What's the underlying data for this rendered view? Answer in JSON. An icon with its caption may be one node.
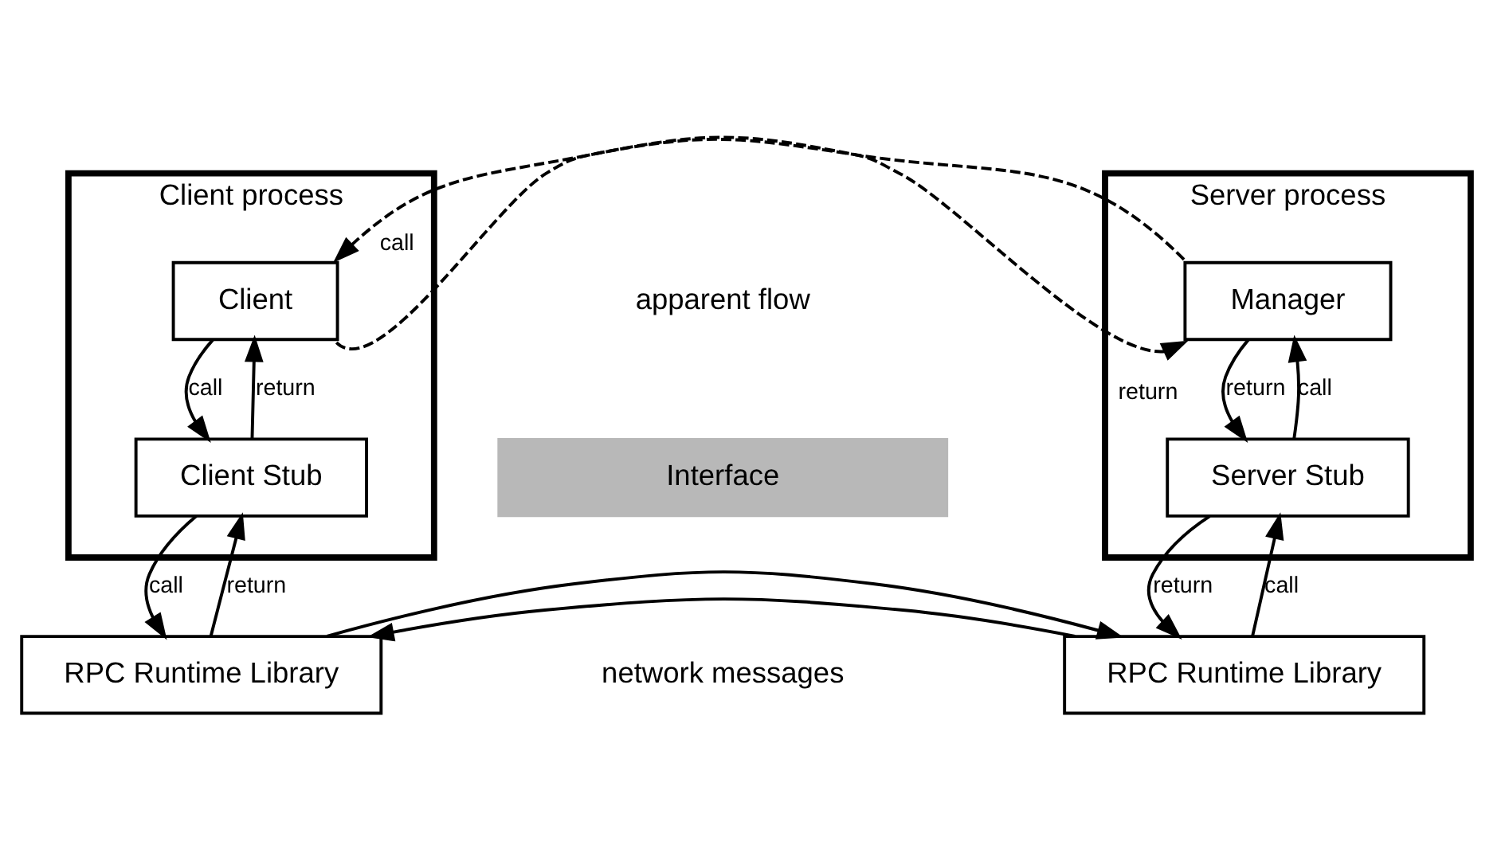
{
  "diagram": {
    "nodes": [
      {
        "text": [
          "Client process"
        ]
      },
      {
        "text": [
          "Client"
        ],
        "in": 0
      },
      {
        "text": [
          "Client Stub"
        ],
        "in": 0
      },
      {
        "text": [
          "Server process"
        ]
      },
      {
        "text": [
          "Manager"
        ],
        "in": 3
      },
      {
        "text": [
          "Server Stub"
        ],
        "in": 3
      },
      {
        "text": [
          "RPC Runtime Library"
        ]
      },
      {
        "text": [
          "RPC Runtime Library"
        ]
      },
      {
        "text": [
          "Interface"
        ]
      }
    ],
    "edges": [
      {
        "from": 4,
        "to": 1,
        "arrow": "to",
        "label": "call",
        "style": "dashed"
      },
      {
        "from": 1,
        "to": 4,
        "arrow": "to",
        "label": "return",
        "style": "dashed"
      },
      {
        "from": 1,
        "to": 2,
        "arrow": "to",
        "label": "call"
      },
      {
        "from": 2,
        "to": 1,
        "arrow": "to",
        "label": "return"
      },
      {
        "from": 2,
        "to": 6,
        "arrow": "to",
        "label": "call"
      },
      {
        "from": 6,
        "to": 2,
        "arrow": "to",
        "label": "return"
      },
      {
        "from": 4,
        "to": 5,
        "arrow": "to",
        "label": "return"
      },
      {
        "from": 5,
        "to": 4,
        "arrow": "to",
        "label": "call"
      },
      {
        "from": 5,
        "to": 7,
        "arrow": "to",
        "label": "return"
      },
      {
        "from": 7,
        "to": 5,
        "arrow": "to",
        "label": "call"
      },
      {
        "from": 7,
        "to": 6,
        "arrow": "to"
      },
      {
        "from": 6,
        "to": 7,
        "arrow": "to"
      }
    ],
    "labels": [
      "apparent flow",
      "network messages"
    ]
  }
}
